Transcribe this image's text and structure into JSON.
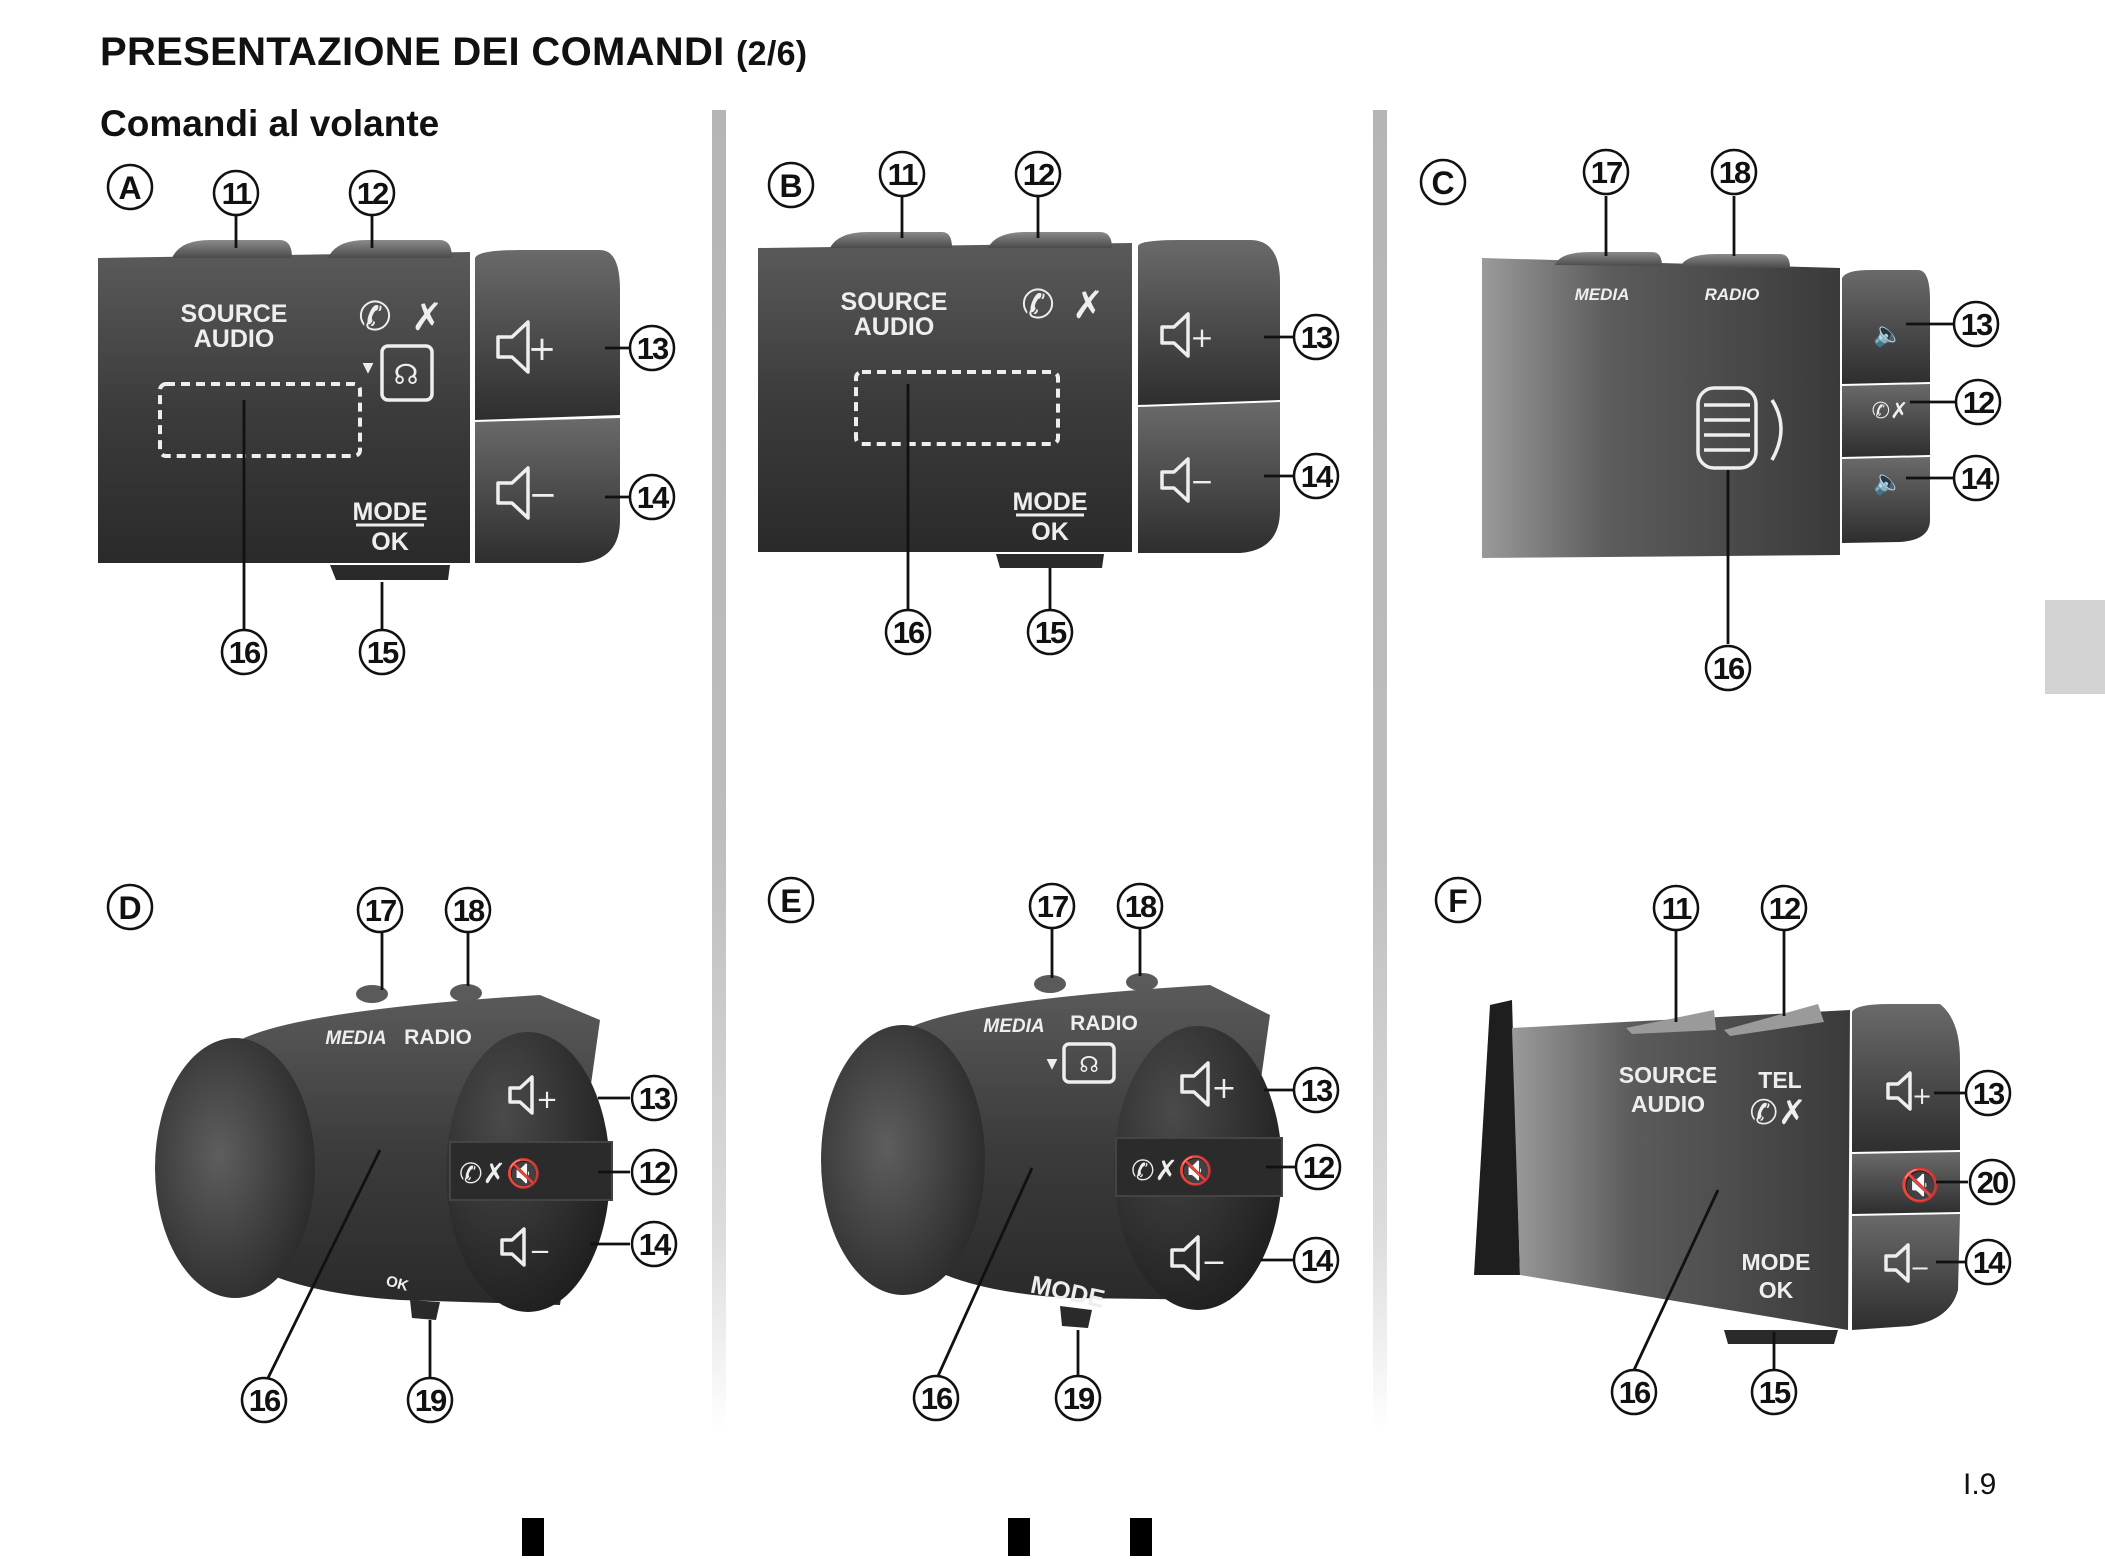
{
  "header": {
    "title": "PRESENTAZIONE DEI COMANDI",
    "title_part": "(2/6)",
    "subtitle": "Comandi al volante"
  },
  "page_number": "I.9",
  "panels": {
    "A": {
      "label": "A",
      "source_audio_line1": "SOURCE",
      "source_audio_line2": "AUDIO",
      "mode": "MODE",
      "ok": "OK",
      "callouts": {
        "c11": "11",
        "c12": "12",
        "c13": "13",
        "c14": "14",
        "c15": "15",
        "c16": "16"
      }
    },
    "B": {
      "label": "B",
      "source_audio_line1": "SOURCE",
      "source_audio_line2": "AUDIO",
      "mode": "MODE",
      "ok": "OK",
      "callouts": {
        "c11": "11",
        "c12": "12",
        "c13": "13",
        "c14": "14",
        "c15": "15",
        "c16": "16"
      }
    },
    "C": {
      "label": "C",
      "media": "MEDIA",
      "radio": "RADIO",
      "callouts": {
        "c17": "17",
        "c18": "18",
        "c13": "13",
        "c12": "12",
        "c14": "14",
        "c16": "16"
      }
    },
    "D": {
      "label": "D",
      "media": "MEDIA",
      "radio": "RADIO",
      "ok": "OK",
      "callouts": {
        "c17": "17",
        "c18": "18",
        "c13": "13",
        "c12": "12",
        "c14": "14",
        "c16": "16",
        "c19": "19"
      }
    },
    "E": {
      "label": "E",
      "media": "MEDIA",
      "radio": "RADIO",
      "mode": "MODE",
      "callouts": {
        "c17": "17",
        "c18": "18",
        "c13": "13",
        "c12": "12",
        "c14": "14",
        "c16": "16",
        "c19": "19"
      }
    },
    "F": {
      "label": "F",
      "source_audio_line1": "SOURCE",
      "source_audio_line2": "AUDIO",
      "tel": "TEL",
      "mode": "MODE",
      "ok": "OK",
      "callouts": {
        "c11": "11",
        "c12": "12",
        "c13": "13",
        "c20": "20",
        "c14": "14",
        "c16": "16",
        "c15": "15"
      }
    }
  },
  "icons": {
    "volume_up": "speaker-plus-icon",
    "volume_down": "speaker-minus-icon",
    "mute": "speaker-mute-icon",
    "phone_answer": "phone-handset-icon",
    "phone_hangup": "phone-hangup-icon",
    "voice": "voice-recognition-icon",
    "thumbwheel": "thumbwheel-icon"
  },
  "colors": {
    "control_body": "#3a3a3a",
    "control_highlight": "#6a6a6a",
    "label_text": "#eeeeee"
  }
}
